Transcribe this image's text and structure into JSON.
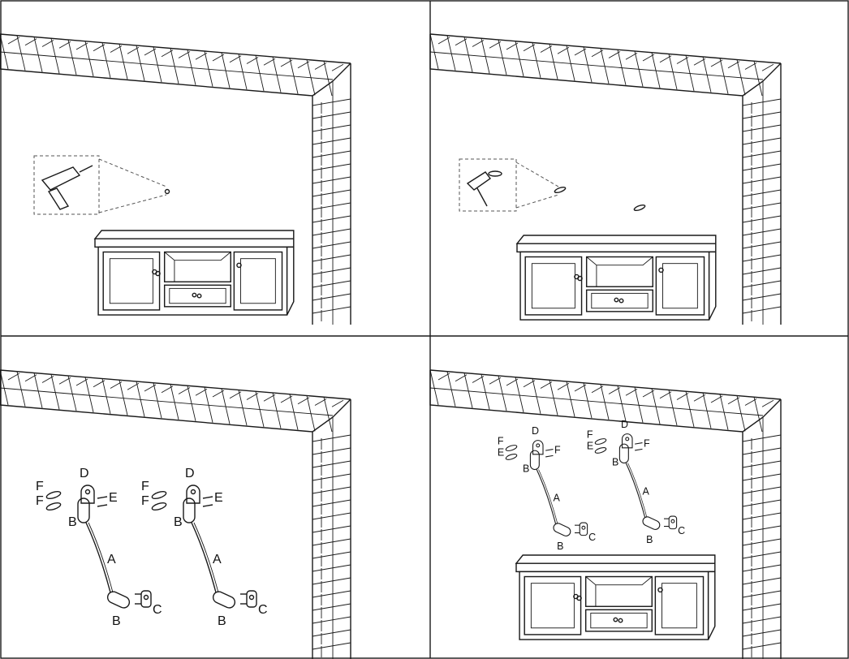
{
  "panels": [
    {
      "id": "step-1",
      "labels": []
    },
    {
      "id": "step-2",
      "labels": []
    },
    {
      "id": "step-3",
      "labels": [
        {
          "text": "F"
        },
        {
          "text": "D"
        },
        {
          "text": "F"
        },
        {
          "text": "E"
        },
        {
          "text": "B"
        },
        {
          "text": "A"
        },
        {
          "text": "B"
        },
        {
          "text": "C"
        },
        {
          "text": "F"
        },
        {
          "text": "D"
        },
        {
          "text": "F"
        },
        {
          "text": "E"
        },
        {
          "text": "B"
        },
        {
          "text": "A"
        },
        {
          "text": "B"
        },
        {
          "text": "C"
        }
      ]
    },
    {
      "id": "step-4",
      "labels": [
        {
          "text": "F"
        },
        {
          "text": "D"
        },
        {
          "text": "E"
        },
        {
          "text": "F"
        },
        {
          "text": "B"
        },
        {
          "text": "A"
        },
        {
          "text": "B"
        },
        {
          "text": "C"
        },
        {
          "text": "F"
        },
        {
          "text": "D"
        },
        {
          "text": "E"
        },
        {
          "text": "F"
        },
        {
          "text": "B"
        },
        {
          "text": "A"
        },
        {
          "text": "B"
        },
        {
          "text": "C"
        }
      ]
    }
  ],
  "colors": {
    "ink": "#1a1a1a",
    "background": "#ffffff"
  }
}
